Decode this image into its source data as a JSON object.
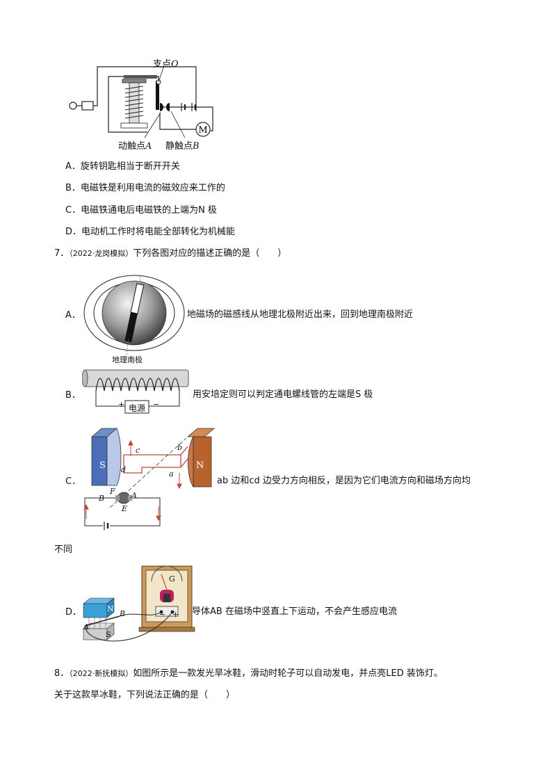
{
  "fig6": {
    "pivot_label": "支点",
    "pivot_letter": "O",
    "moving_contact_label": "动触点",
    "moving_contact_letter": "A",
    "static_contact_label": "静触点",
    "static_contact_letter": "B",
    "motor_letter": "M"
  },
  "q6_options": [
    "A．旋转钥匙相当于断开开关",
    "B．电磁铁是利用电流的磁效应来工作的",
    "C．电磁铁通电后电磁铁的上端为N 极",
    "D．电动机工作时将电能全部转化为机械能"
  ],
  "q7": {
    "number": "7．",
    "source": "（2022·龙岗模拟）",
    "stem": "下列各图对应的描述正确的是（　　）",
    "A": {
      "letter": "A．",
      "text": "地磁场的磁感线从地理北极附近出来，回到地理南极附近",
      "fig_caption": "地理南极"
    },
    "B": {
      "letter": "B．",
      "text": "用安培定则可以判定通电螺线管的左端是S 极",
      "power_label": "电源",
      "plus": "+",
      "minus": "−"
    },
    "C": {
      "letter": "C．",
      "text": "ab 边和cd 边受力方向相反，是因为它们电流方向和磁场方向均",
      "continuation": "不同",
      "S": "S",
      "N": "N",
      "a": "a",
      "b": "b",
      "c": "c",
      "d": "d",
      "A": "A",
      "B": "B",
      "E": "E",
      "F": "F"
    },
    "D": {
      "letter": "D．",
      "text": "导体AB 在磁场中竖直上下运动，不会产生感应电流",
      "G": "G",
      "N": "N",
      "S": "S",
      "A": "A",
      "B": "B",
      "minus": "−",
      "plus": "+"
    }
  },
  "q8": {
    "number": "8．",
    "source": "（2022·新抚模拟）",
    "stem": "如图所示是一款发光旱冰鞋，滑动时轮子可以自动发电，并点亮LED 装饰灯。",
    "stem2": "关于这款旱冰鞋，下列说法正确的是（　　）"
  }
}
